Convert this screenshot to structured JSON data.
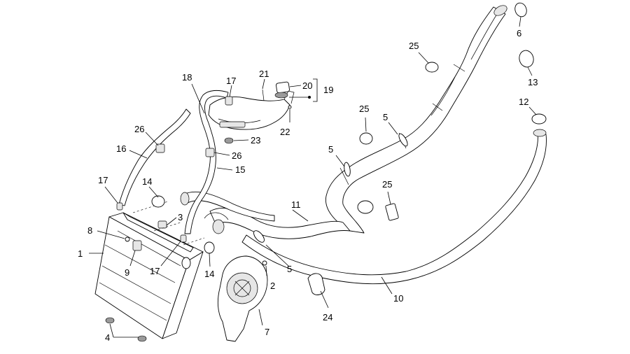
{
  "callouts": [
    {
      "id": "c1",
      "label": "1"
    },
    {
      "id": "c2",
      "label": "2"
    },
    {
      "id": "c3",
      "label": "3"
    },
    {
      "id": "c4",
      "label": "4"
    },
    {
      "id": "c5a",
      "label": "5"
    },
    {
      "id": "c5b",
      "label": "5"
    },
    {
      "id": "c5c",
      "label": "5"
    },
    {
      "id": "c6",
      "label": "6"
    },
    {
      "id": "c7",
      "label": "7"
    },
    {
      "id": "c8",
      "label": "8"
    },
    {
      "id": "c9",
      "label": "9"
    },
    {
      "id": "c10",
      "label": "10"
    },
    {
      "id": "c11",
      "label": "11"
    },
    {
      "id": "c12",
      "label": "12"
    },
    {
      "id": "c13",
      "label": "13"
    },
    {
      "id": "c14a",
      "label": "14"
    },
    {
      "id": "c14b",
      "label": "14"
    },
    {
      "id": "c15",
      "label": "15"
    },
    {
      "id": "c16",
      "label": "16"
    },
    {
      "id": "c17a",
      "label": "17"
    },
    {
      "id": "c17b",
      "label": "17"
    },
    {
      "id": "c17c",
      "label": "17"
    },
    {
      "id": "c18",
      "label": "18"
    },
    {
      "id": "c19",
      "label": "19"
    },
    {
      "id": "c20",
      "label": "20"
    },
    {
      "id": "c21",
      "label": "21"
    },
    {
      "id": "c22",
      "label": "22"
    },
    {
      "id": "c23",
      "label": "23"
    },
    {
      "id": "c24",
      "label": "24"
    },
    {
      "id": "c25a",
      "label": "25"
    },
    {
      "id": "c25b",
      "label": "25"
    },
    {
      "id": "c25c",
      "label": "25"
    },
    {
      "id": "c26a",
      "label": "26"
    },
    {
      "id": "c26b",
      "label": "26"
    }
  ]
}
